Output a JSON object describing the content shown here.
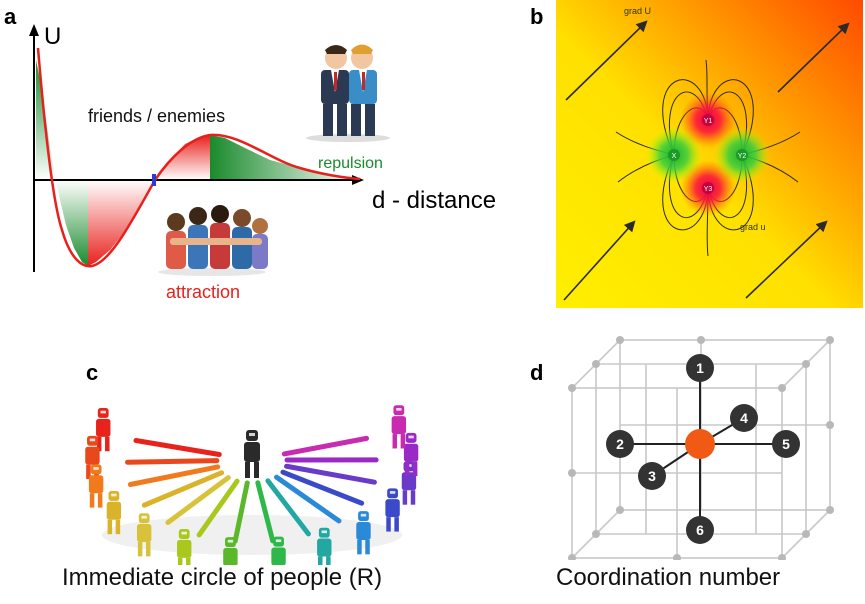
{
  "panels": {
    "a": {
      "label": "a",
      "y_axis_label": "U",
      "x_axis_label": "d - distance",
      "friends_enemies": "friends / enemies",
      "repulsion": "repulsion",
      "attraction": "attraction",
      "colors": {
        "curve": "#e8201c",
        "green": "#1a8a2c",
        "axis": "#000000"
      }
    },
    "b": {
      "label": "b",
      "grad_U": "grad U",
      "grad_u": "grad u",
      "node_labels": {
        "top": "Y1",
        "left": "X",
        "right": "Y2",
        "bottom": "Y3"
      },
      "colors": {
        "bg_yellow": "#ffee00",
        "bg_orange": "#ff5a00",
        "node_red": "#e0004a",
        "node_green": "#1fb52b"
      }
    },
    "c": {
      "label": "c",
      "caption": "Immediate circle of people (R)"
    },
    "d": {
      "label": "d",
      "caption": "Coordination number",
      "neighbors": [
        "1",
        "2",
        "3",
        "4",
        "5",
        "6"
      ],
      "colors": {
        "center": "#f05a14",
        "badge": "#333333",
        "lattice": "#c8c8c8"
      }
    }
  }
}
